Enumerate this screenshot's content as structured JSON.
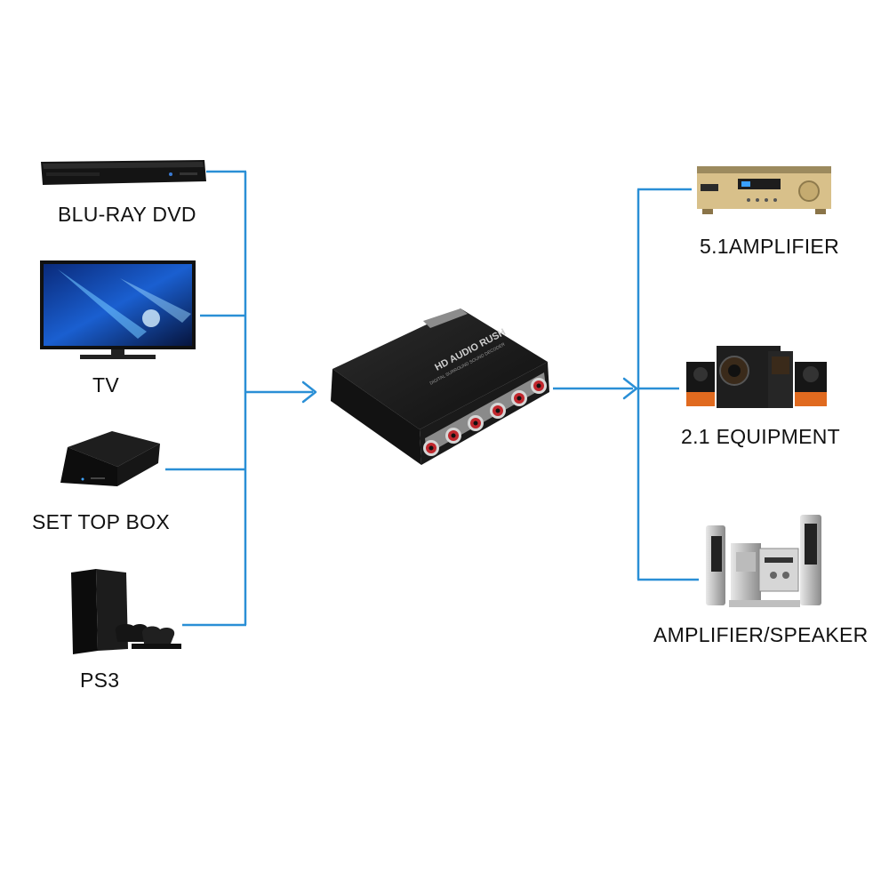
{
  "sources": [
    {
      "id": "bluray",
      "label": "BLU-RAY DVD",
      "icon": "bluray-player-icon"
    },
    {
      "id": "tv",
      "label": "TV",
      "icon": "television-icon"
    },
    {
      "id": "settop",
      "label": "SET TOP BOX",
      "icon": "set-top-box-icon"
    },
    {
      "id": "ps3",
      "label": "PS3",
      "icon": "game-console-icon"
    }
  ],
  "decoder": {
    "brand_text": "HD AUDIO RUSH",
    "subtitle_text": "DIGITAL SURROUND SOUND DECODER",
    "icon": "audio-decoder-icon",
    "connector_count": 6
  },
  "outputs": [
    {
      "id": "amp51",
      "label": "5.1AMPLIFIER",
      "icon": "av-receiver-icon"
    },
    {
      "id": "eq21",
      "label": "2.1 EQUIPMENT",
      "icon": "speaker-set-icon"
    },
    {
      "id": "ampspk",
      "label": "AMPLIFIER/SPEAKER",
      "icon": "tower-speakers-icon"
    }
  ],
  "colors": {
    "connector_line": "#2a8fd6",
    "device_dark": "#1a1a1a",
    "rca_red": "#c0272d",
    "amp_gold": "#d8c08a"
  }
}
